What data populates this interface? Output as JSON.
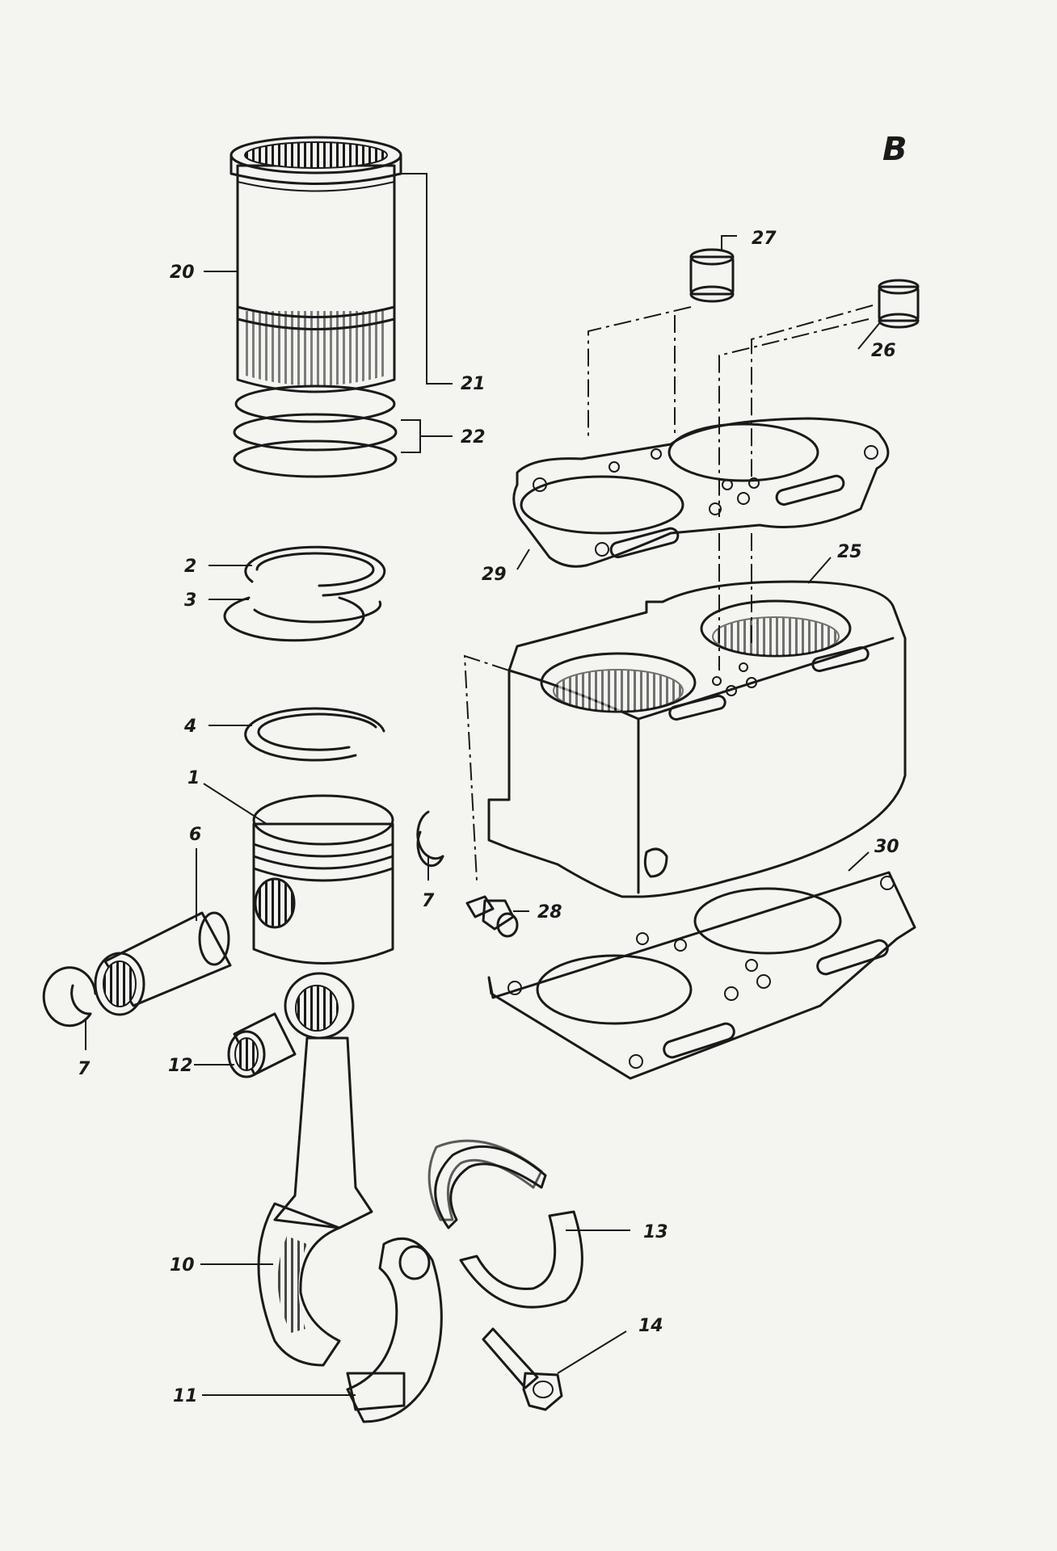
{
  "sheet_letter": "B",
  "callouts": {
    "c1": "1",
    "c2": "2",
    "c3": "3",
    "c4": "4",
    "c6": "6",
    "c7a": "7",
    "c7b": "7",
    "c10": "10",
    "c11": "11",
    "c12": "12",
    "c13": "13",
    "c14": "14",
    "c20": "20",
    "c21": "21",
    "c22": "22",
    "c25": "25",
    "c26": "26",
    "c27": "27",
    "c28": "28",
    "c29": "29",
    "c30": "30"
  }
}
